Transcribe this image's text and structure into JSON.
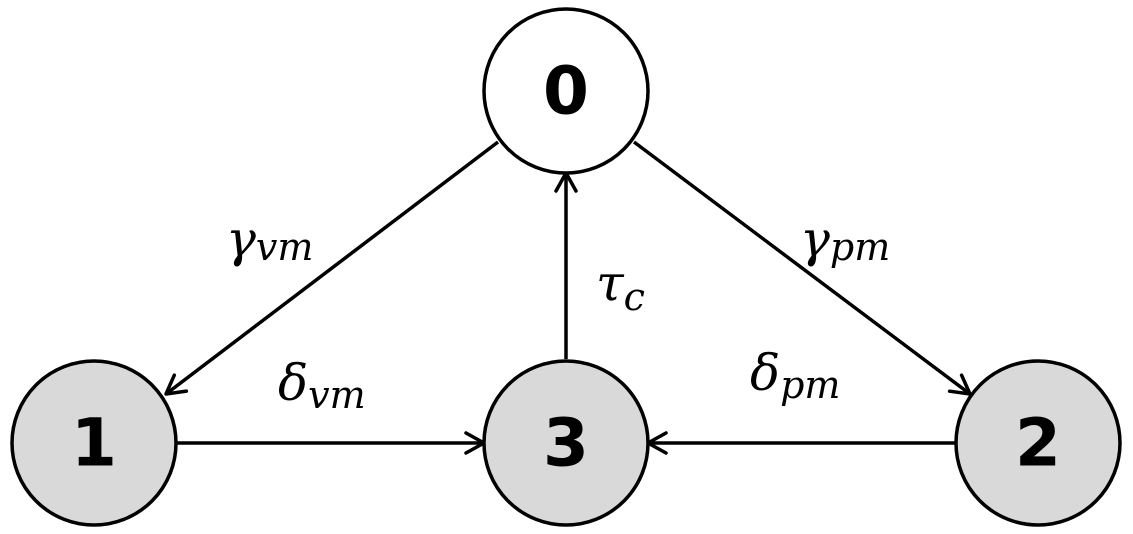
{
  "nodes": [
    {
      "id": "0",
      "label": "0",
      "fill": "#ffffff"
    },
    {
      "id": "1",
      "label": "1",
      "fill": "#d9d9d9"
    },
    {
      "id": "3",
      "label": "3",
      "fill": "#d9d9d9"
    },
    {
      "id": "2",
      "label": "2",
      "fill": "#d9d9d9"
    }
  ],
  "edges": [
    {
      "from": "0",
      "to": "1",
      "symbol": "γ",
      "sub": "vm"
    },
    {
      "from": "0",
      "to": "2",
      "symbol": "γ",
      "sub": "pm"
    },
    {
      "from": "3",
      "to": "0",
      "symbol": "τ",
      "sub": "c"
    },
    {
      "from": "1",
      "to": "3",
      "symbol": "δ",
      "sub": "vm"
    },
    {
      "from": "2",
      "to": "3",
      "symbol": "δ",
      "sub": "pm"
    }
  ],
  "colors": {
    "stroke": "#000000",
    "state_fill": "#d9d9d9",
    "start_fill": "#ffffff"
  }
}
